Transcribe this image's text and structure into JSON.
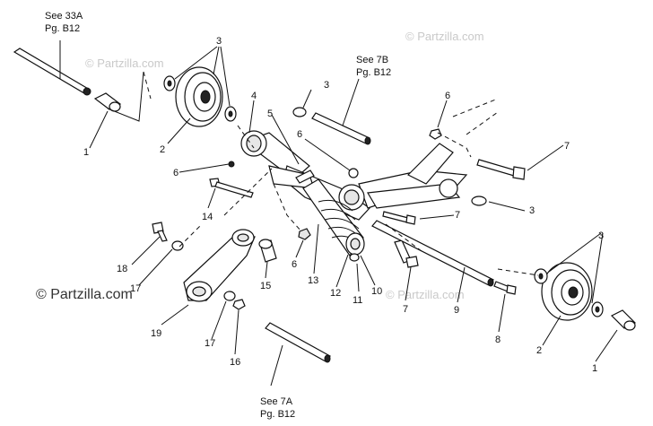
{
  "diagram": {
    "part_numbers": [
      "1",
      "2",
      "3",
      "4",
      "5",
      "6",
      "7",
      "8",
      "9",
      "10",
      "11",
      "12",
      "13",
      "14",
      "15",
      "16",
      "17",
      "18",
      "19"
    ],
    "references": {
      "ref_33a": [
        "See 33A",
        "Pg. B12"
      ],
      "ref_7b": [
        "See 7B",
        "Pg. B12"
      ],
      "ref_7a": [
        "See 7A",
        "Pg. B12"
      ]
    },
    "watermarks": {
      "small": "© Partzilla.com",
      "large": "© Partzilla.com"
    }
  }
}
